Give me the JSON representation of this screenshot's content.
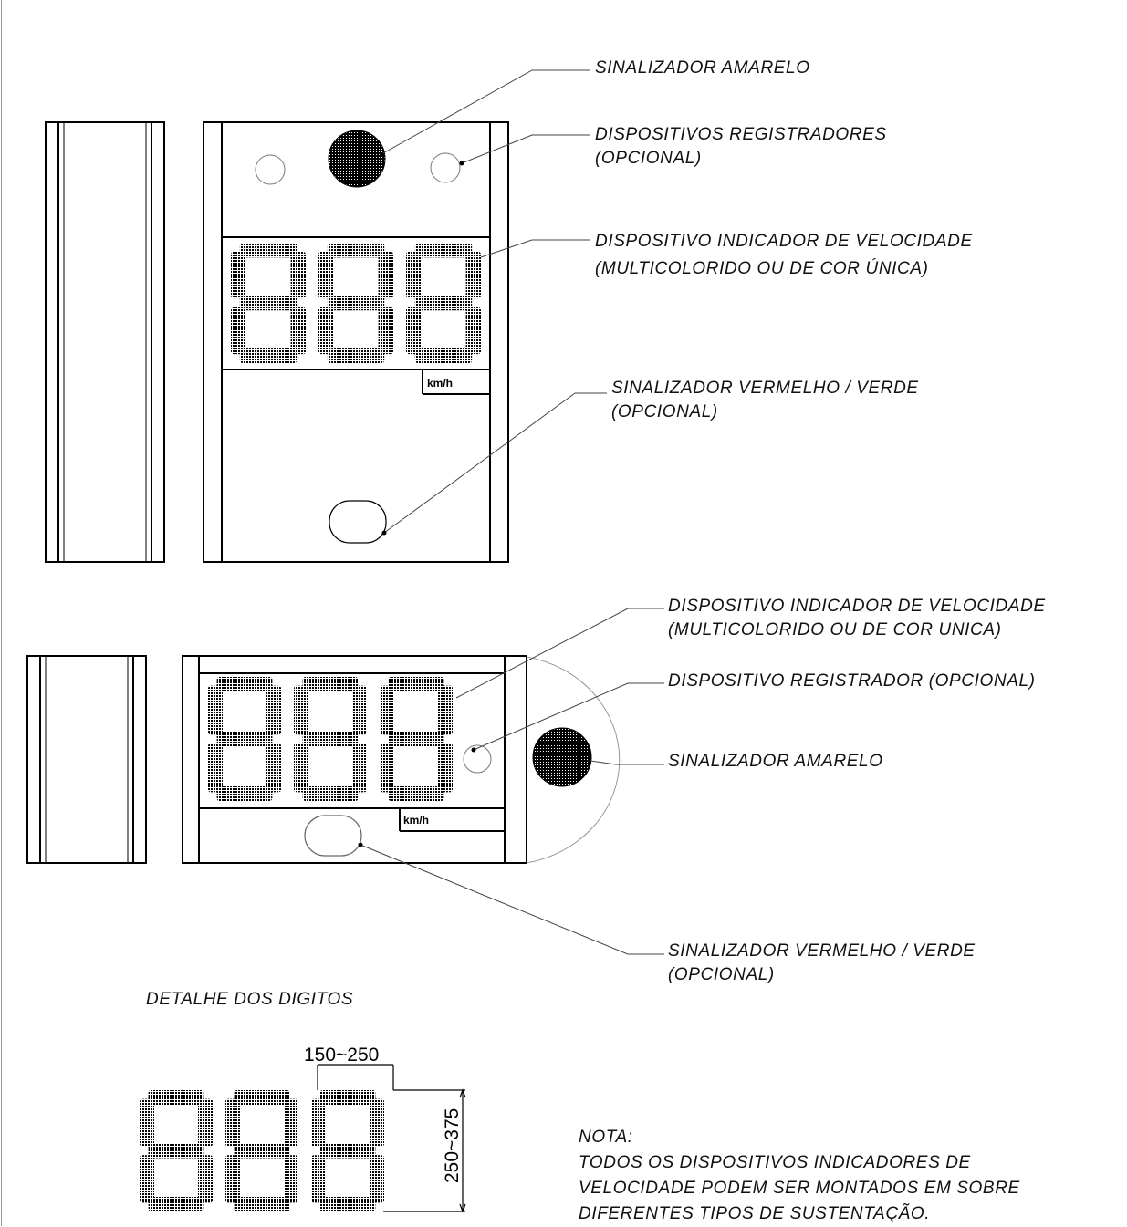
{
  "diagram": {
    "top_view": {
      "labels": {
        "yellow_signal": "SINALIZADOR AMARELO",
        "recorders_line1": "DISPOSITIVOS REGISTRADORES",
        "recorders_line2": "(OPCIONAL)",
        "speed_indicator_line1": "DISPOSITIVO INDICADOR DE VELOCIDADE",
        "speed_indicator_line2": "(MULTICOLORIDO OU DE COR ÚNICA)",
        "red_green_line1": "SINALIZADOR VERMELHO / VERDE",
        "red_green_line2": "(OPCIONAL)"
      },
      "unit": "km/h"
    },
    "bottom_view": {
      "labels": {
        "speed_indicator_line1": "DISPOSITIVO INDICADOR  DE VELOCIDADE",
        "speed_indicator_line2": "(MULTICOLORIDO OU DE COR UNICA)",
        "recorder": "DISPOSITIVO REGISTRADOR (OPCIONAL)",
        "yellow_signal": "SINALIZADOR AMARELO",
        "red_green_line1": "SINALIZADOR VERMELHO / VERDE",
        "red_green_line2": "(OPCIONAL)"
      },
      "unit": "km/h"
    },
    "digits_detail": {
      "title": "DETALHE DOS DIGITOS",
      "width_dim": "150~250",
      "height_dim": "250~375"
    },
    "note": {
      "title": "NOTA:",
      "line1": "TODOS OS DISPOSITIVOS INDICADORES DE",
      "line2": "VELOCIDADE PODEM SER MONTADOS EM SOBRE",
      "line3": "DIFERENTES TIPOS DE SUSTENTAÇÃO."
    }
  }
}
